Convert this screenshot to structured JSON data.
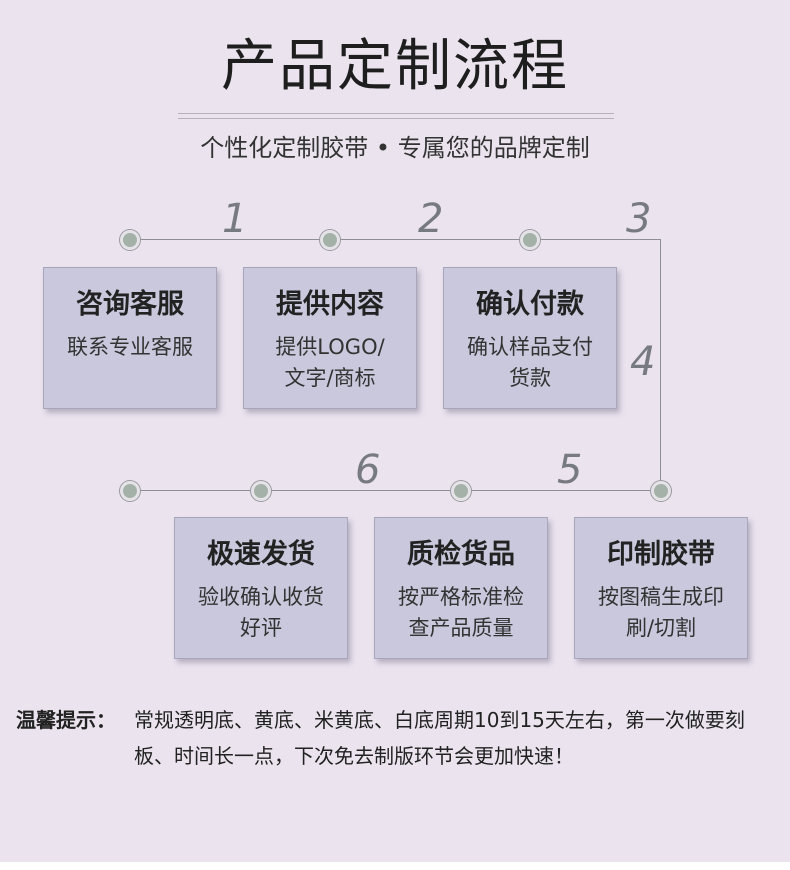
{
  "title": "产品定制流程",
  "subtitle": "个性化定制胶带 • 专属您的品牌定制",
  "step_numbers": [
    "1",
    "2",
    "3",
    "4",
    "5",
    "6"
  ],
  "steps": [
    {
      "title": "咨询客服",
      "desc": "联系专业客服"
    },
    {
      "title": "提供内容",
      "desc": "提供LOGO/\n文字/商标"
    },
    {
      "title": "确认付款",
      "desc": "确认样品支付\n货款"
    },
    {
      "title": "印制胶带",
      "desc": "按图稿生成印\n刷/切割"
    },
    {
      "title": "质检货品",
      "desc": "按严格标准检\n查产品质量"
    },
    {
      "title": "极速发货",
      "desc": "验收确认收货\n好评"
    }
  ],
  "tips": {
    "label": "温馨提示：",
    "text": "常规透明底、黄底、米黄底、白底周期10到15天左右，第一次做要刻板、时间长一点，下次免去制版环节会更加快速！"
  },
  "colors": {
    "background": "#ebe4ef",
    "card": "#c9c8dc",
    "dot": "#a4b1a8",
    "line": "#8e8e95"
  }
}
